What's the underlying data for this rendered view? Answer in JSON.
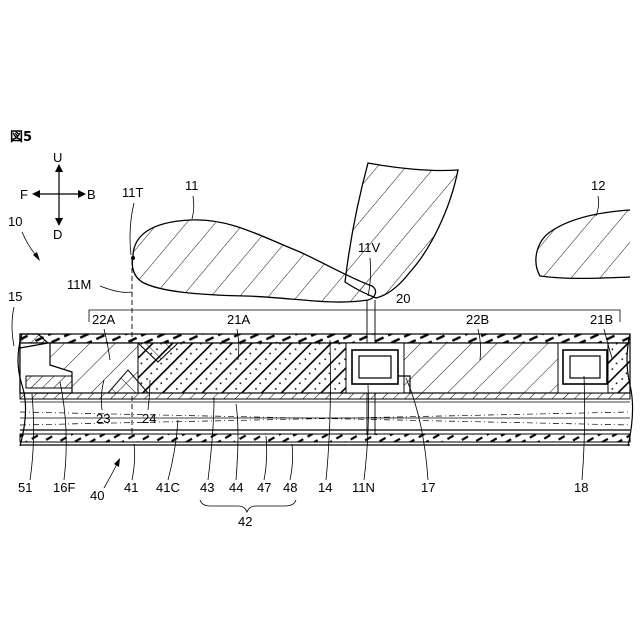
{
  "figure": {
    "title": "図5",
    "directions": {
      "up": "U",
      "down": "D",
      "front": "F",
      "back": "B"
    }
  },
  "labels": {
    "l10": "10",
    "l11": "11",
    "l11T": "11T",
    "l11M": "11M",
    "l11V": "11V",
    "l12": "12",
    "l15": "15",
    "l20": "20",
    "l22A": "22A",
    "l21A": "21A",
    "l22B": "22B",
    "l21B": "21B",
    "l23": "23",
    "l24": "24",
    "l51": "51",
    "l16F": "16F",
    "l40": "40",
    "l41": "41",
    "l41C": "41C",
    "l43": "43",
    "l44": "44",
    "l47": "47",
    "l48": "48",
    "l42": "42",
    "l14": "14",
    "l11N": "11N",
    "l17": "17",
    "l18": "18"
  }
}
